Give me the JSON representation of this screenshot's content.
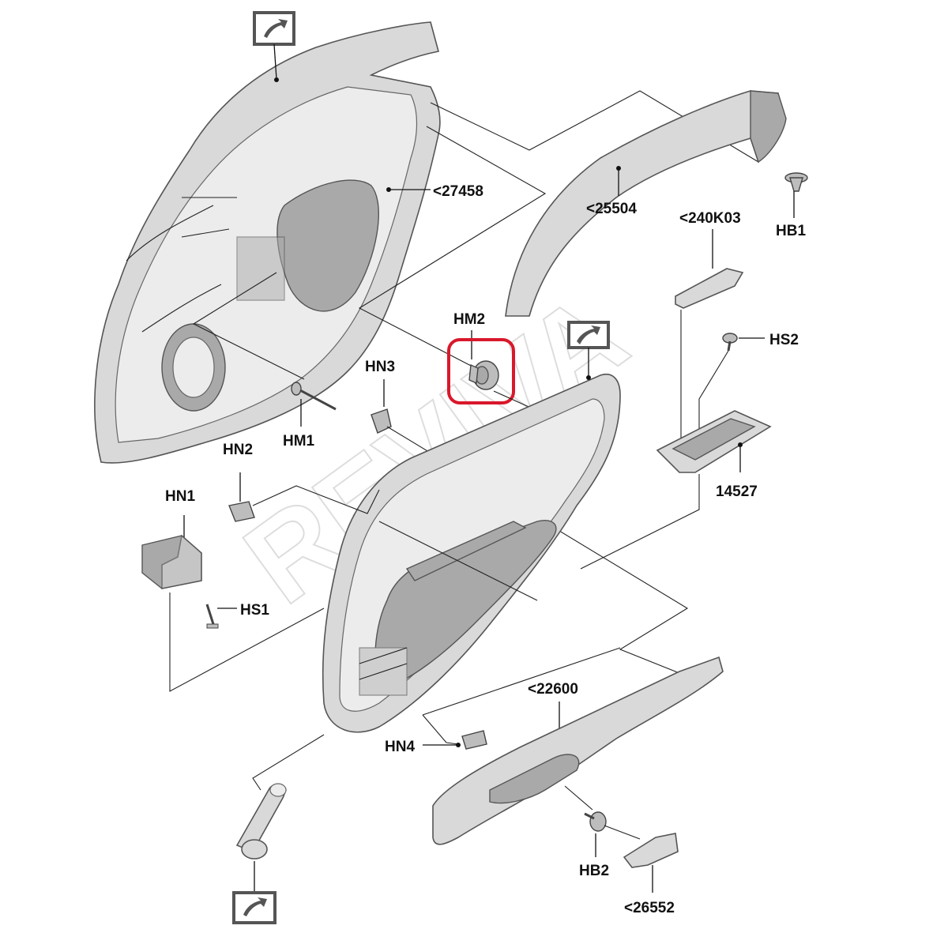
{
  "labels": {
    "door_frame": "<27458",
    "upper_molding": "<25504",
    "handle_cover": "<240K03",
    "hb1": "HB1",
    "hm2": "HM2",
    "hn3": "HN3",
    "hs2": "HS2",
    "hm1": "HM1",
    "hn2": "HN2",
    "switch_bezel": "14527",
    "hn1": "HN1",
    "hs1": "HS1",
    "armrest_trim": "<22600",
    "hn4": "HN4",
    "hb2": "HB2",
    "end_cap": "<26552"
  },
  "watermark": "REVIVA",
  "highlight_color": "#d9182b"
}
